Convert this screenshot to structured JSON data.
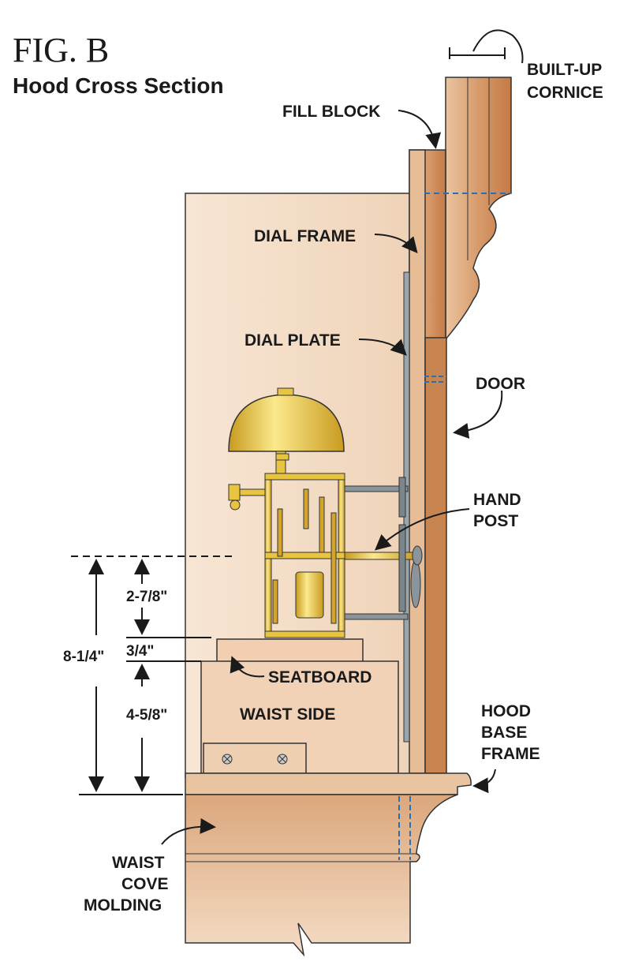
{
  "figure": {
    "number": "FIG. B",
    "title": "Hood Cross Section"
  },
  "labels": {
    "fill_block": "FILL BLOCK",
    "built_up_cornice": [
      "BUILT-UP",
      "CORNICE"
    ],
    "dial_frame": "DIAL FRAME",
    "dial_plate": "DIAL PLATE",
    "door": "DOOR",
    "hand_post": [
      "HAND",
      "POST"
    ],
    "seatboard": "SEATBOARD",
    "waist_side": "WAIST SIDE",
    "hood_base_frame": [
      "HOOD",
      "BASE",
      "FRAME"
    ],
    "waist_cove_molding": [
      "WAIST",
      "COVE",
      "MOLDING"
    ]
  },
  "dimensions": {
    "total": "8-1/4\"",
    "upper": "2-7/8\"",
    "seatboard": "3/4\"",
    "lower": "4-5/8\""
  },
  "colors": {
    "wood_light": "#f3dcc4",
    "wood_mid": "#e2b48c",
    "wood_dark": "#c7814f",
    "brass": "#e8c440",
    "steel": "#9aa6ad",
    "dash_blue": "#2a6fb5"
  }
}
